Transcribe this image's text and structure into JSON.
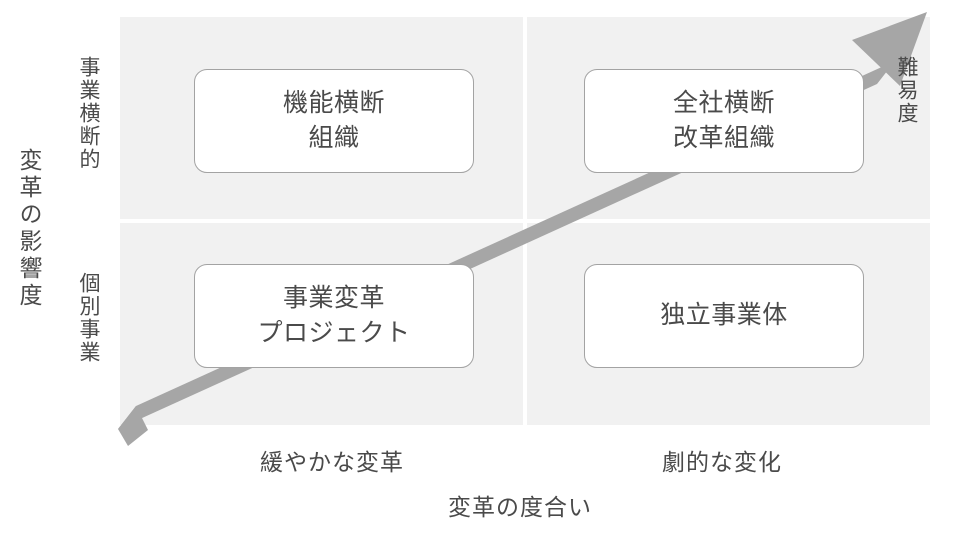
{
  "diagram": {
    "type": "2x2-matrix",
    "background_color": "#ffffff",
    "panel_color": "#f1f1f1",
    "box_border_color": "#a3a3a3",
    "box_fill_color": "#ffffff",
    "arrow_color": "#a6a6a6",
    "text_color": "#4a4a4a"
  },
  "axes": {
    "y_title": "変革の影響度",
    "y_ticks": {
      "high": "事業横断的",
      "low": "個別事業"
    },
    "x_title": "変革の度合い",
    "x_ticks": {
      "left": "緩やかな変革",
      "right": "劇的な変化"
    }
  },
  "arrow": {
    "label": "難易度",
    "direction": "bottom-left-to-top-right"
  },
  "quadrants": [
    {
      "id": "top-left",
      "lines": [
        "機能横断",
        "組織"
      ]
    },
    {
      "id": "top-right",
      "lines": [
        "全社横断",
        "改革組織"
      ]
    },
    {
      "id": "bottom-left",
      "lines": [
        "事業変革",
        "プロジェクト"
      ]
    },
    {
      "id": "bottom-right",
      "lines": [
        "独立事業体",
        ""
      ]
    }
  ]
}
